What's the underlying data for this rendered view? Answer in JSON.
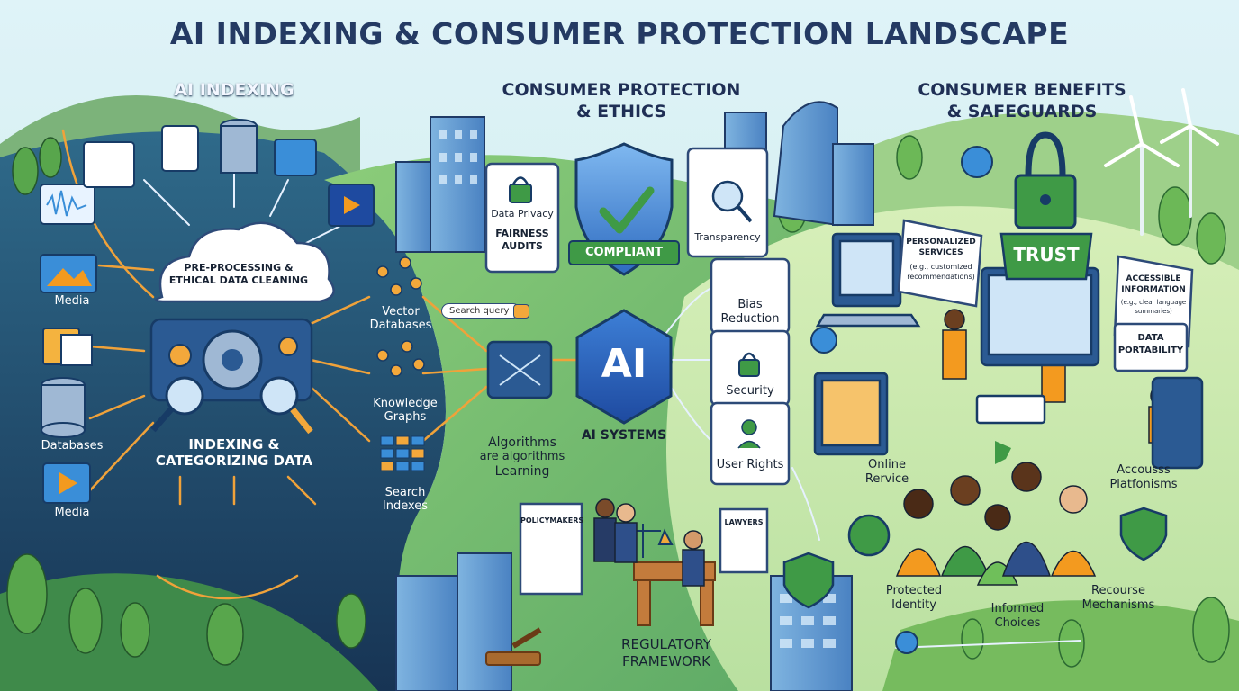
{
  "title": "AI INDEXING & CONSUMER PROTECTION LANDSCAPE",
  "sections": {
    "indexing": "AI INDEXING",
    "protection_l1": "CONSUMER PROTECTION",
    "protection_l2": "& ETHICS",
    "benefits_l1": "CONSUMER BENEFITS",
    "benefits_l2": "& SAFEGUARDS"
  },
  "indexing": {
    "sources": [
      "Media",
      "Databases",
      "Media"
    ],
    "preprocess_l1": "PRE-PROCESSING &",
    "preprocess_l2": "ETHICAL DATA CLEANING",
    "indexing_l1": "INDEXING &",
    "indexing_l2": "CATEGORIZING DATA",
    "vector_l1": "Vector",
    "vector_l2": "Databases",
    "search_placeholder": "Search query",
    "knowledge_l1": "Knowledge",
    "knowledge_l2": "Graphs",
    "search_idx_l1": "Search",
    "search_idx_l2": "Indexes",
    "algo_l1": "Algorithms",
    "algo_l2": "are algorithms",
    "algo_l3": "Learning"
  },
  "protection": {
    "privacy": "Data Privacy",
    "fairness_l1": "FAIRNESS",
    "fairness_l2": "AUDITS",
    "compliant": "COMPLIANT",
    "transparency": "Transparency",
    "ai_badge": "AI",
    "ai_systems": "AI SYSTEMS",
    "bias_l1": "Bias",
    "bias_l2": "Reduction",
    "security": "Security",
    "user_rights": "User Rights",
    "policymakers": "POLICYMAKERS",
    "lawyers": "LAWYERS",
    "regulatory_l1": "REGULATORY",
    "regulatory_l2": "FRAMEWORK"
  },
  "benefits": {
    "personalized_l1": "PERSONALIZED",
    "personalized_l2": "SERVICES",
    "personalized_l3": "(e.g., customized",
    "personalized_l4": "recommendations)",
    "trust": "TRUST",
    "accessible_l1": "ACCESSIBLE",
    "accessible_l2": "INFORMATION",
    "accessible_l3": "(e.g., clear language",
    "accessible_l4": "summaries)",
    "portability_l1": "DATA",
    "portability_l2": "PORTABILITY",
    "online_l1": "Online",
    "online_l2": "Rervice",
    "access_l1": "Accousss",
    "access_l2": "Platfonisms",
    "identity_l1": "Protected",
    "identity_l2": "Identity",
    "choices_l1": "Informed",
    "choices_l2": "Choices",
    "recourse_l1": "Recourse",
    "recourse_l2": "Mechanisms"
  },
  "colors": {
    "navy": "#1f3561",
    "blue": "#3b73c4",
    "green": "#3f9a46",
    "orange": "#f39a1f",
    "sky": "#bfe6f2"
  },
  "icons": [
    "gear-icon",
    "magnifier-icon",
    "cloud-icon",
    "database-icon",
    "shield-check-icon",
    "padlock-icon",
    "thumbs-up-icon",
    "wind-turbine-icon",
    "play-icon",
    "folder-icon",
    "scales-icon",
    "gavel-icon"
  ]
}
